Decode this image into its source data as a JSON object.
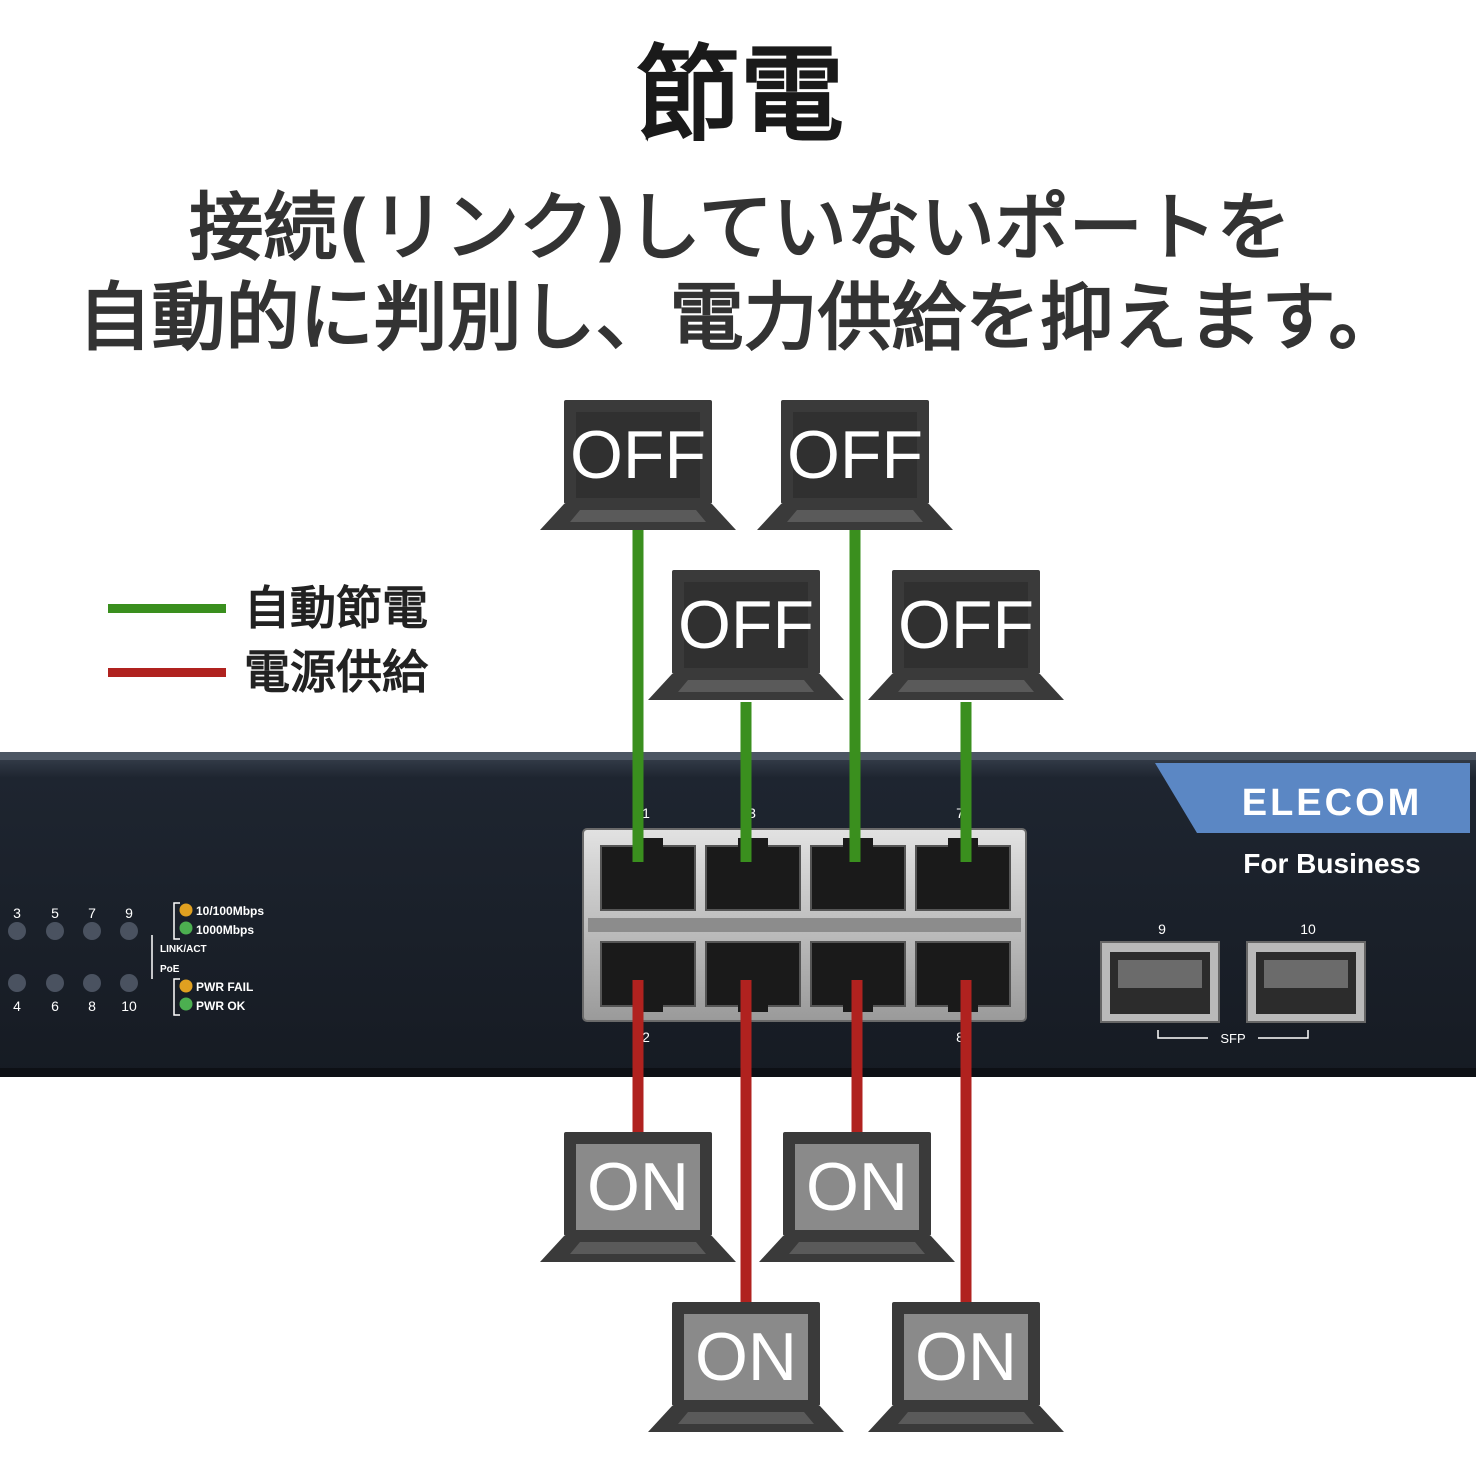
{
  "title": "節電",
  "subtitle_line1": "接続(リンク)していないポートを",
  "subtitle_line2": "自動的に判別し、電力供給を抑えます。",
  "legend": [
    {
      "label": "自動節電",
      "color": "#3a8f1e"
    },
    {
      "label": "電源供給",
      "color": "#b0221f"
    }
  ],
  "device": {
    "brand": "ELECOM",
    "tagline": "For Business",
    "led_top_numbers": [
      "3",
      "5",
      "7",
      "9"
    ],
    "led_bottom_numbers": [
      "4",
      "6",
      "8",
      "10"
    ],
    "indicators_top": [
      "10/100Mbps",
      "1000Mbps"
    ],
    "indicators_group": [
      "LINK/ACT",
      "PoE"
    ],
    "indicators_bottom": [
      "PWR FAIL",
      "PWR OK"
    ],
    "port_labels_top": [
      "1",
      "3",
      "",
      "7"
    ],
    "port_labels_bottom": [
      "2",
      "",
      "",
      "8"
    ],
    "sfp_ports": [
      "9",
      "10"
    ],
    "sfp_label": "SFP"
  },
  "laptops": {
    "off_label": "OFF",
    "on_label": "ON"
  }
}
